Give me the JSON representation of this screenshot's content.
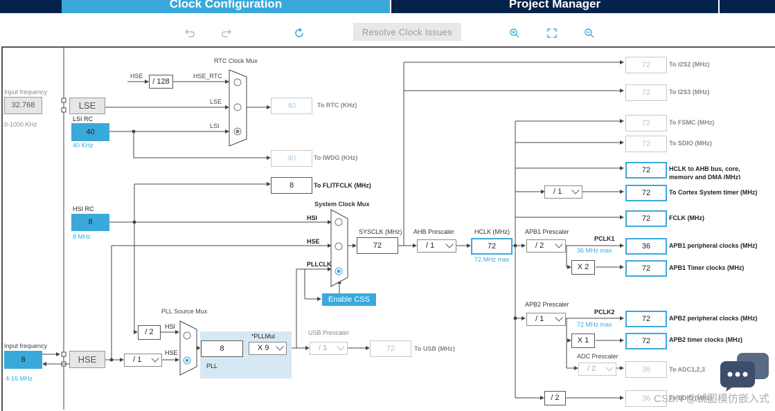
{
  "tabs": {
    "clock": "Clock Configuration",
    "project": "Project Manager"
  },
  "toolbar": {
    "resolve_label": "Resolve Clock Issues",
    "undo_icon": "undo-icon",
    "redo_icon": "redo-icon",
    "refresh_icon": "refresh-icon",
    "zoom_in_icon": "zoom-in-icon",
    "fit_icon": "fit-screen-icon",
    "zoom_out_icon": "zoom-out-icon"
  },
  "lse": {
    "input_label": "Input frequency",
    "input_value": "32.768",
    "range": "0-1000 KHz",
    "name": "LSE"
  },
  "lsi": {
    "name": "LSI RC",
    "value": "40",
    "unit": "40 KHz"
  },
  "rtc": {
    "title": "RTC Clock Mux",
    "hse": "HSE",
    "div": "/ 128",
    "hse_rtc": "HSE_RTC",
    "lse": "LSE",
    "lsi": "LSI",
    "out": "40",
    "out_label": "To RTC (KHz)"
  },
  "iwdg": {
    "value": "40",
    "label": "To IWDG (KHz)"
  },
  "flit": {
    "value": "8",
    "label": "To FLITFCLK (MHz)"
  },
  "hsi": {
    "name": "HSI RC",
    "value": "8",
    "unit": "8 MHz"
  },
  "hse": {
    "input_label": "Input frequency",
    "value": "8",
    "range": "4-16 MHz",
    "name": "HSE",
    "prediv": "/ 1"
  },
  "sysmux": {
    "title": "System Clock Mux",
    "hsi": "HSI",
    "hse": "HSE",
    "pllclk": "PLLCLK",
    "enable_css": "Enable CSS"
  },
  "pllmux": {
    "title": "PLL Source Mux",
    "div2": "/ 2",
    "hsi": "HSI",
    "hse": "HSE"
  },
  "pll": {
    "value": "8",
    "mul_label": "*PLLMul",
    "mul": "X 9",
    "name": "PLL"
  },
  "usb": {
    "title": "USB Prescaler",
    "div": "/ 1",
    "value": "72",
    "label": "To USB (MHz)"
  },
  "sysclk": {
    "label": "SYSCLK (MHz)",
    "value": "72"
  },
  "ahb": {
    "label": "AHB Prescaler",
    "div": "/ 1"
  },
  "hclk": {
    "label": "HCLK (MHz)",
    "value": "72",
    "max": "72 MHz max"
  },
  "apb1": {
    "label": "APB1 Prescaler",
    "div": "/ 2",
    "pclk": "PCLK1",
    "max": "36 MHz max",
    "x": "X 2"
  },
  "apb2": {
    "label": "APB2 Prescaler",
    "div": "/ 1",
    "pclk": "PCLK2",
    "max": "72 MHz max",
    "x": "X 1"
  },
  "adc": {
    "label": "ADC Prescaler",
    "div": "/ 2",
    "value": "36",
    "out": "To ADC1,2,3"
  },
  "cortex": {
    "div": "/ 1"
  },
  "sdio_div": "/ 2",
  "outputs": [
    {
      "value": "72",
      "label": "To I2S2 (MHz)",
      "enabled": false
    },
    {
      "value": "72",
      "label": "To I2S3 (MHz)",
      "enabled": false
    },
    {
      "value": "72",
      "label": "To FSMC (MHz)",
      "enabled": false
    },
    {
      "value": "72",
      "label": "To SDIO (MHz)",
      "enabled": false
    },
    {
      "value": "72",
      "label": "HCLK to AHB bus, core, memory and DMA (MHz)",
      "enabled": true
    },
    {
      "value": "72",
      "label": "To Cortex System timer (MHz)",
      "enabled": true
    },
    {
      "value": "72",
      "label": "FCLK (MHz)",
      "enabled": true
    },
    {
      "value": "36",
      "label": "APB1 peripheral clocks (MHz)",
      "enabled": true
    },
    {
      "value": "72",
      "label": "APB1 Timer clocks (MHz)",
      "enabled": true
    },
    {
      "value": "72",
      "label": "APB2 peripheral clocks (MHz)",
      "enabled": true
    },
    {
      "value": "72",
      "label": "APB2 timer clocks (MHz)",
      "enabled": true
    },
    {
      "value": "36",
      "label": "To SDIO (MHz)",
      "enabled": false
    }
  ],
  "watermark": "CSDN @试图模仿嵌入式",
  "colors": {
    "accent": "#39a9dc",
    "navy": "#03234b"
  }
}
